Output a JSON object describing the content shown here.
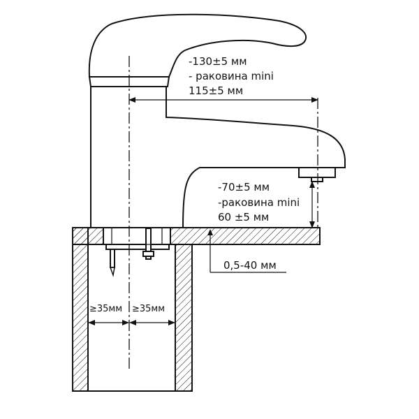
{
  "labels": {
    "spout_reach_standard": "-130±5 мм",
    "spout_reach_mini_caption": "- раковина mini",
    "spout_reach_mini_value": "115±5 мм",
    "spout_height_standard": "-70±5 мм",
    "spout_height_mini_caption": "-раковина mini",
    "spout_height_mini_value": "60 ±5 мм",
    "mount_thickness": "0,5-40 мм",
    "clearance_left": "≥35мм",
    "clearance_right": "≥35мм"
  },
  "colors": {
    "ink": "#111111",
    "background": "#ffffff"
  }
}
